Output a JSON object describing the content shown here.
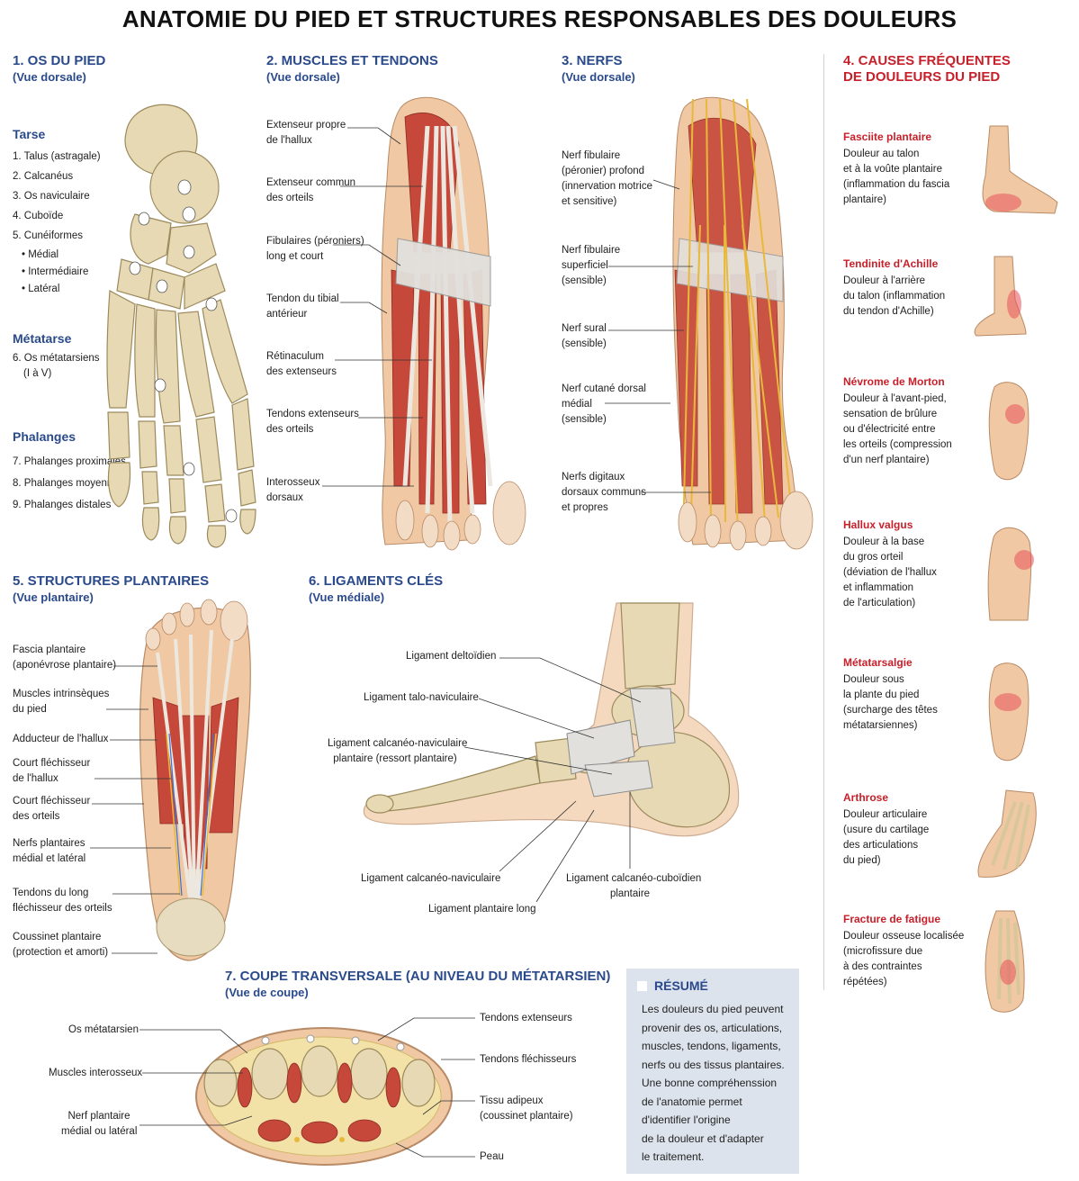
{
  "title": "ANATOMIE DU PIED ET STRUCTURES RESPONSABLES DES DOULEURS",
  "s1": {
    "heading": "1. OS DU PIED",
    "view": "(Vue dorsale)",
    "tarse": "Tarse",
    "tarse_items": [
      "1. Talus (astragale)",
      "2. Calcanéus",
      "3. Os naviculaire",
      "4. Cuboïde",
      "5. Cunéiformes",
      "• Médial",
      "• Intermédiaire",
      "• Latéral"
    ],
    "metatarse": "Métatarse",
    "metatarse_items": [
      "6. Os métatarsiens",
      "(I à V)"
    ],
    "phalanges": "Phalanges",
    "phalanges_items": [
      "7. Phalanges proximales",
      "8. Phalanges moyennes",
      "9. Phalanges distales"
    ]
  },
  "s2": {
    "heading": "2. MUSCLES ET TENDONS",
    "view": "(Vue dorsale)",
    "labels": [
      [
        "Extenseur propre",
        "de l'hallux"
      ],
      [
        "Extenseur commun",
        "des orteils"
      ],
      [
        "Fibulaires (péroniers)",
        "long et court"
      ],
      [
        "Tendon du tibial",
        "antérieur"
      ],
      [
        "Rétinaculum",
        "des extenseurs"
      ],
      [
        "Tendons extenseurs",
        "des orteils"
      ],
      [
        "Interosseux",
        "dorsaux"
      ]
    ]
  },
  "s3": {
    "heading": "3. NERFS",
    "view": "(Vue dorsale)",
    "labels": [
      [
        "Nerf fibulaire",
        "(péronier) profond",
        "(innervation motrice",
        "et sensitive)"
      ],
      [
        "Nerf fibulaire",
        "superficiel",
        "(sensible)"
      ],
      [
        "Nerf sural",
        "(sensible)"
      ],
      [
        "Nerf cutané dorsal",
        "médial",
        "(sensible)"
      ],
      [
        "Nerfs digitaux",
        "dorsaux communs",
        "et propres"
      ]
    ]
  },
  "s4": {
    "heading_1": "4. CAUSES FRÉQUENTES",
    "heading_2": "DE DOULEURS DU PIED",
    "causes": [
      {
        "title": "Fasciite plantaire",
        "lines": [
          "Douleur au talon",
          "et à la voûte plantaire",
          "(inflammation du fascia",
          "plantaire)"
        ]
      },
      {
        "title": "Tendinite d'Achille",
        "lines": [
          "Douleur à l'arrière",
          "du talon (inflammation",
          "du tendon d'Achille)"
        ]
      },
      {
        "title": "Névrome de Morton",
        "lines": [
          "Douleur à l'avant-pied,",
          "sensation de brûlure",
          "ou d'électricité entre",
          "les orteils (compression",
          "d'un nerf plantaire)"
        ]
      },
      {
        "title": "Hallux valgus",
        "lines": [
          "Douleur à la base",
          "du gros orteil",
          "(déviation de l'hallux",
          "et inflammation",
          "de l'articulation)"
        ]
      },
      {
        "title": "Métatarsalgie",
        "lines": [
          "Douleur sous",
          "la plante du pied",
          "(surcharge des têtes",
          "métatarsiennes)"
        ]
      },
      {
        "title": "Arthrose",
        "lines": [
          "Douleur articulaire",
          "(usure du cartilage",
          "des articulations",
          "du pied)"
        ]
      },
      {
        "title": "Fracture de fatigue",
        "lines": [
          "Douleur osseuse localisée",
          "(microfissure due",
          "à des contraintes",
          "répétées)"
        ]
      }
    ]
  },
  "s5": {
    "heading": "5. STRUCTURES PLANTAIRES",
    "view": "(Vue plantaire)",
    "labels": [
      [
        "Fascia plantaire",
        "(aponévrose plantaire)"
      ],
      [
        "Muscles intrinsèques",
        "du pied"
      ],
      [
        "Adducteur de l'hallux"
      ],
      [
        "Court fléchisseur",
        "de l'hallux"
      ],
      [
        "Court fléchisseur",
        "des orteils"
      ],
      [
        "Nerfs plantaires",
        "médial et latéral"
      ],
      [
        "Tendons du long",
        "fléchisseur des orteils"
      ],
      [
        "Coussinet plantaire",
        "(protection et amorti)"
      ]
    ]
  },
  "s6": {
    "heading": "6. LIGAMENTS CLÉS",
    "view": "(Vue médiale)",
    "deltoid": "Ligament deltoïdien",
    "talonav": "Ligament talo-naviculaire",
    "spring_1": "Ligament calcanéo-naviculaire",
    "spring_2": "plantaire (ressort plantaire)",
    "calcnav": "Ligament calcanéo-naviculaire",
    "calccub_1": "Ligament calcanéo-cuboïdien",
    "calccub_2": "plantaire",
    "long": "Ligament plantaire long"
  },
  "s7": {
    "heading": "7. COUPE TRANSVERSALE (AU NIVEAU DU MÉTATARSIEN)",
    "view": "(Vue de coupe)",
    "os": "Os métatarsien",
    "muscles": "Muscles interosseux",
    "nerf_1": "Nerf plantaire",
    "nerf_2": "médial ou latéral",
    "ext": "Tendons extenseurs",
    "flech": "Tendons fléchisseurs",
    "tissu_1": "Tissu adipeux",
    "tissu_2": "(coussinet plantaire)",
    "peau": "Peau"
  },
  "resume": {
    "title": "RÉSUMÉ",
    "lines": [
      "Les douleurs du pied peuvent",
      "provenir des os, articulations,",
      "muscles, tendons, ligaments,",
      "nerfs ou des tissus plantaires.",
      "Une bonne compréhenssion",
      "de l'anatomie permet",
      "d'identifier l'origine",
      "de la douleur et d'adapter",
      "le traitement."
    ]
  },
  "colors": {
    "heading_blue": "#2a4a8c",
    "cause_red": "#c8202a",
    "bone": "#e6d9b4",
    "muscle": "#c6483a",
    "tendon": "#ece8e0",
    "nerve": "#e8b83a",
    "skin": "#f0c9a4"
  }
}
